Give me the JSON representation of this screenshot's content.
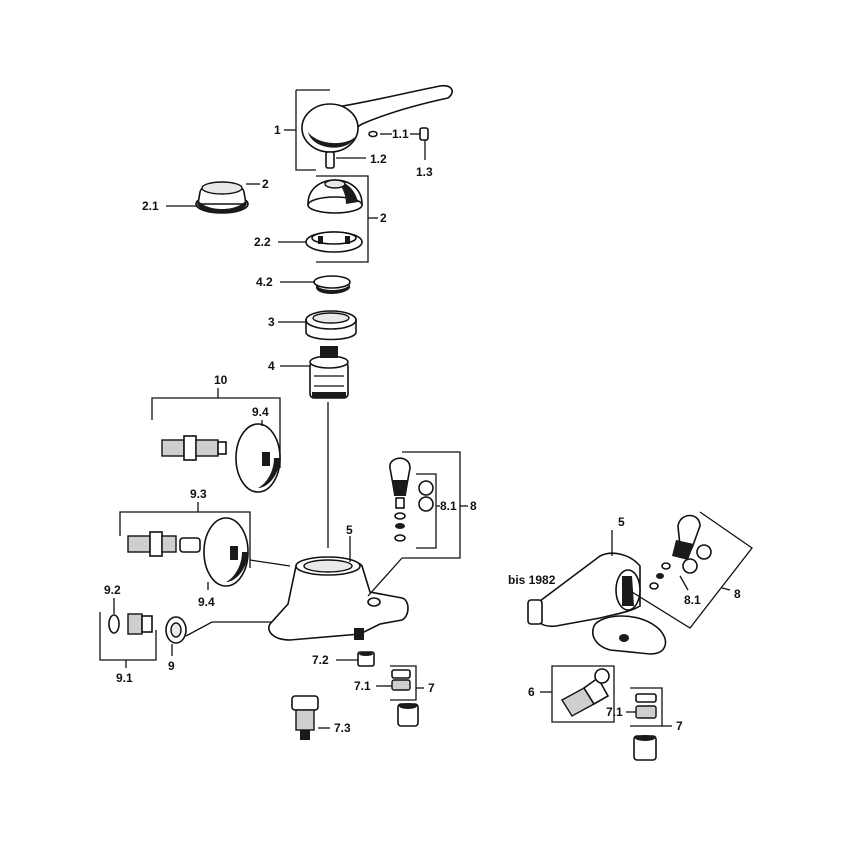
{
  "diagram": {
    "labels": {
      "l1": "1",
      "l1_1": "1.1",
      "l1_2": "1.2",
      "l1_3": "1.3",
      "l2a": "2",
      "l2_1": "2.1",
      "l2b": "2",
      "l2_2": "2.2",
      "l4_2": "4.2",
      "l3": "3",
      "l4": "4",
      "l10": "10",
      "l9_4a": "9.4",
      "l9_3": "9.3",
      "l9_4b": "9.4",
      "l5a": "5",
      "l8_1a": "8.1",
      "l8a": "8",
      "l9_2": "9.2",
      "l9_1": "9.1",
      "l9": "9",
      "l7_2": "7.2",
      "l7_1a": "7.1",
      "l7a": "7",
      "l7_3": "7.3",
      "l5b": "5",
      "bis": "bis 1982",
      "l8_1b": "8.1",
      "l8b": "8",
      "l6": "6",
      "l7_1b": "7.1",
      "l7b": "7"
    }
  }
}
